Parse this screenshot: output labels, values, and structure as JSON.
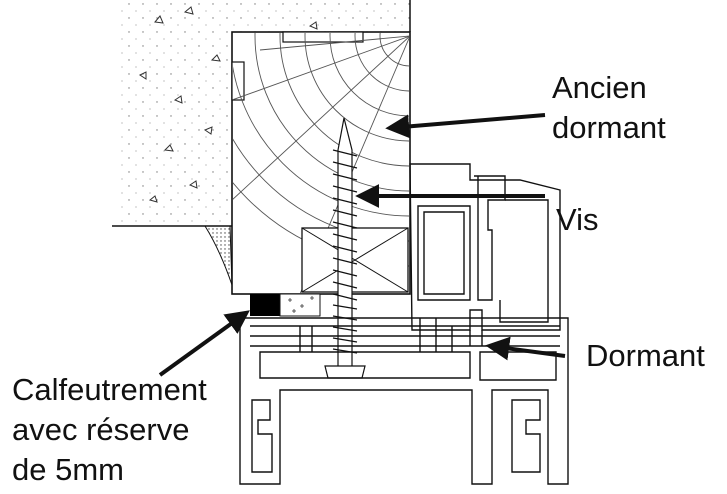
{
  "labels": {
    "ancien_dormant": [
      "Ancien",
      "dormant"
    ],
    "vis": "Vis",
    "dormant": "Dormant",
    "calfeutrement": [
      "Calfeutrement",
      "avec réserve",
      "de 5mm"
    ]
  },
  "colors": {
    "ink": "#111111",
    "background": "#ffffff",
    "masonry_dots": "#777777",
    "seal": "#000000"
  }
}
